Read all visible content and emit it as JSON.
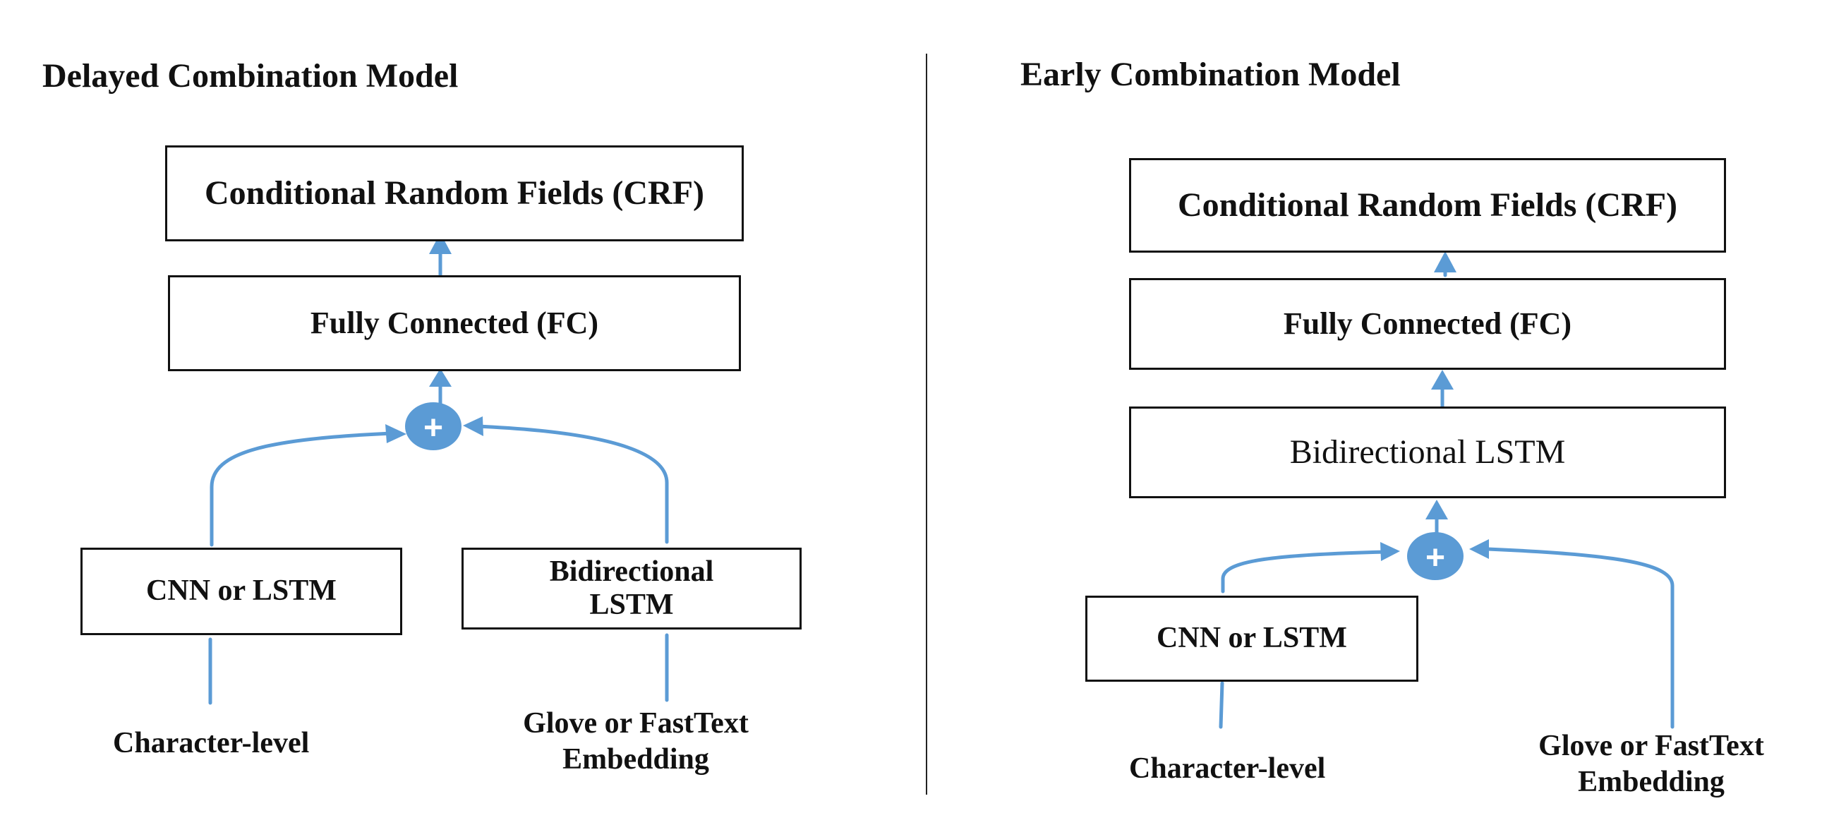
{
  "left": {
    "title": "Delayed Combination Model",
    "crf": "Conditional Random Fields (CRF)",
    "fc": "Fully Connected (FC)",
    "plus": "+",
    "cnn": "CNN or LSTM",
    "bilstm_line1": "Bidirectional",
    "bilstm_line2": "LSTM",
    "char_label": "Character-level",
    "glove_line1": "Glove or FastText",
    "glove_line2": "Embedding"
  },
  "right": {
    "title": "Early Combination Model",
    "crf": "Conditional Random Fields (CRF)",
    "fc": "Fully Connected (FC)",
    "bilstm": "Bidirectional LSTM",
    "plus": "+",
    "cnn": "CNN or LSTM",
    "char_label": "Character-level",
    "glove_line1": "Glove or FastText",
    "glove_line2": "Embedding"
  },
  "colors": {
    "arrow": "#5b9bd5",
    "border": "#111111",
    "text": "#111111"
  }
}
